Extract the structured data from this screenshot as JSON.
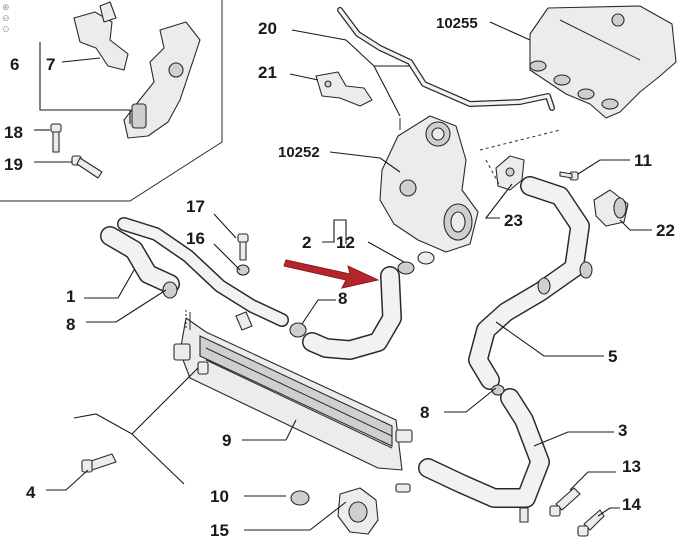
{
  "callouts": {
    "c1": "1",
    "c2": "2",
    "c3": "3",
    "c4": "4",
    "c5": "5",
    "c6": "6",
    "c7": "7",
    "c8a": "8",
    "c8b": "8",
    "c8c": "8",
    "c9": "9",
    "c10": "10",
    "c11": "11",
    "c12": "12",
    "c13": "13",
    "c14": "14",
    "c15": "15",
    "c16": "16",
    "c17": "17",
    "c18": "18",
    "c19": "19",
    "c20": "20",
    "c21": "21",
    "c22": "22",
    "c23": "23",
    "c10252": "10252",
    "c10255": "10255"
  },
  "colors": {
    "highlight_arrow": "#b3262c",
    "line": "#1a1a1a",
    "part_fill": "#ececec"
  },
  "icons": {
    "zoom_tools": [
      "zoom-in-icon",
      "zoom-out-icon",
      "zoom-reset-icon"
    ]
  }
}
